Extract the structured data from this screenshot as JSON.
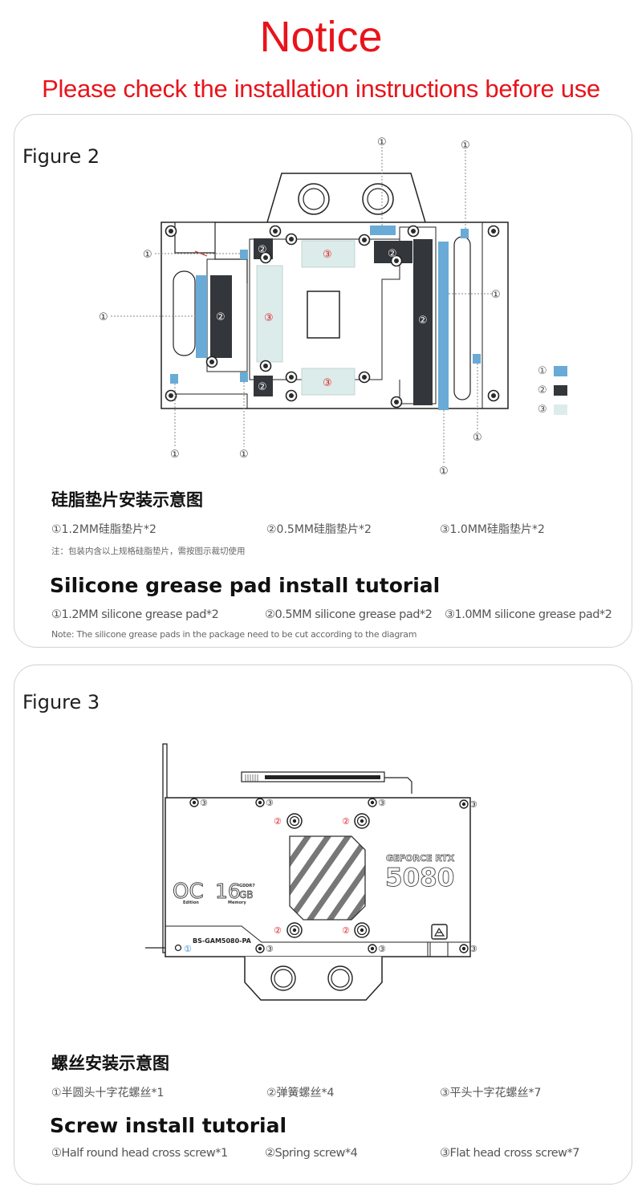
{
  "header": {
    "title": "Notice",
    "subtitle": "Please check the installation instructions before use"
  },
  "figure2": {
    "label": "Figure 2",
    "markers": {
      "n1": "①",
      "n2": "②",
      "n3": "③"
    },
    "legend": [
      {
        "num": "①",
        "color": "#69abd6"
      },
      {
        "num": "②",
        "color": "#33363b"
      },
      {
        "num": "③",
        "color": "#dcecea"
      }
    ],
    "cn_title": "硅脂垫片安装示意图",
    "cn_items": [
      "①1.2MM硅脂垫片*2",
      "②0.5MM硅脂垫片*2",
      "③1.0MM硅脂垫片*2"
    ],
    "cn_note": "注：包装内含以上规格硅脂垫片，需按图示裁切使用",
    "en_title": "Silicone grease pad install tutorial",
    "en_items": [
      "①1.2MM silicone grease pad*2",
      "②0.5MM silicone grease pad*2",
      "③1.0MM silicone grease pad*2"
    ],
    "en_note": "Note: The silicone grease pads in the package need to be cut according to the diagram"
  },
  "figure3": {
    "label": "Figure 3",
    "card": {
      "brand": "GEFORCE RTX",
      "model": "5080",
      "oc": "OC",
      "edition": "Edition",
      "mem": "16",
      "gb": "GB",
      "gddr": "GDDR7",
      "memory": "Memory",
      "part": "BS-GAM5080-PA"
    },
    "markers": {
      "n1": "①",
      "n2": "②",
      "n3": "③"
    },
    "cn_title": "螺丝安装示意图",
    "cn_items": [
      "①半圆头十字花螺丝*1",
      "②弹簧螺丝*4",
      "③平头十字花螺丝*7"
    ],
    "en_title": "Screw install tutorial",
    "en_items": [
      "①Half round head cross screw*1",
      "②Spring screw*4",
      "③Flat head cross screw*7"
    ]
  },
  "colors": {
    "accent": "#e8141b",
    "pad1": "#69abd6",
    "pad2": "#33363b",
    "pad3": "#dcecea"
  }
}
